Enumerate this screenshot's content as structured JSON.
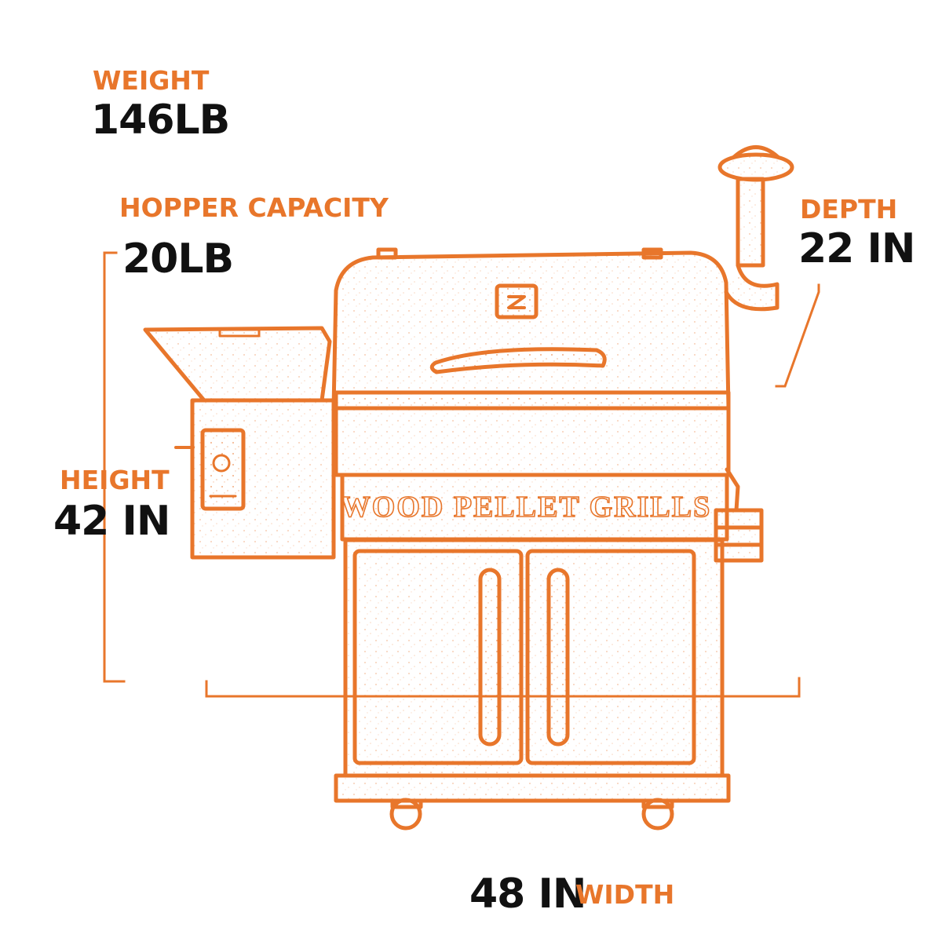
{
  "colors": {
    "accent": "#e8762b",
    "text": "#111111",
    "background": "#ffffff"
  },
  "specs": {
    "weight": {
      "label": "WEIGHT",
      "value": "146LB"
    },
    "hopper": {
      "label": "HOPPER CAPACITY",
      "value": "20LB"
    },
    "depth": {
      "label": "DEPTH",
      "value": "22 IN"
    },
    "height": {
      "label": "HEIGHT",
      "value": "42 IN"
    },
    "width": {
      "label": "WIDTH",
      "value": "48 IN"
    }
  },
  "grill": {
    "front_text": "WOOD PELLET GRILLS"
  }
}
